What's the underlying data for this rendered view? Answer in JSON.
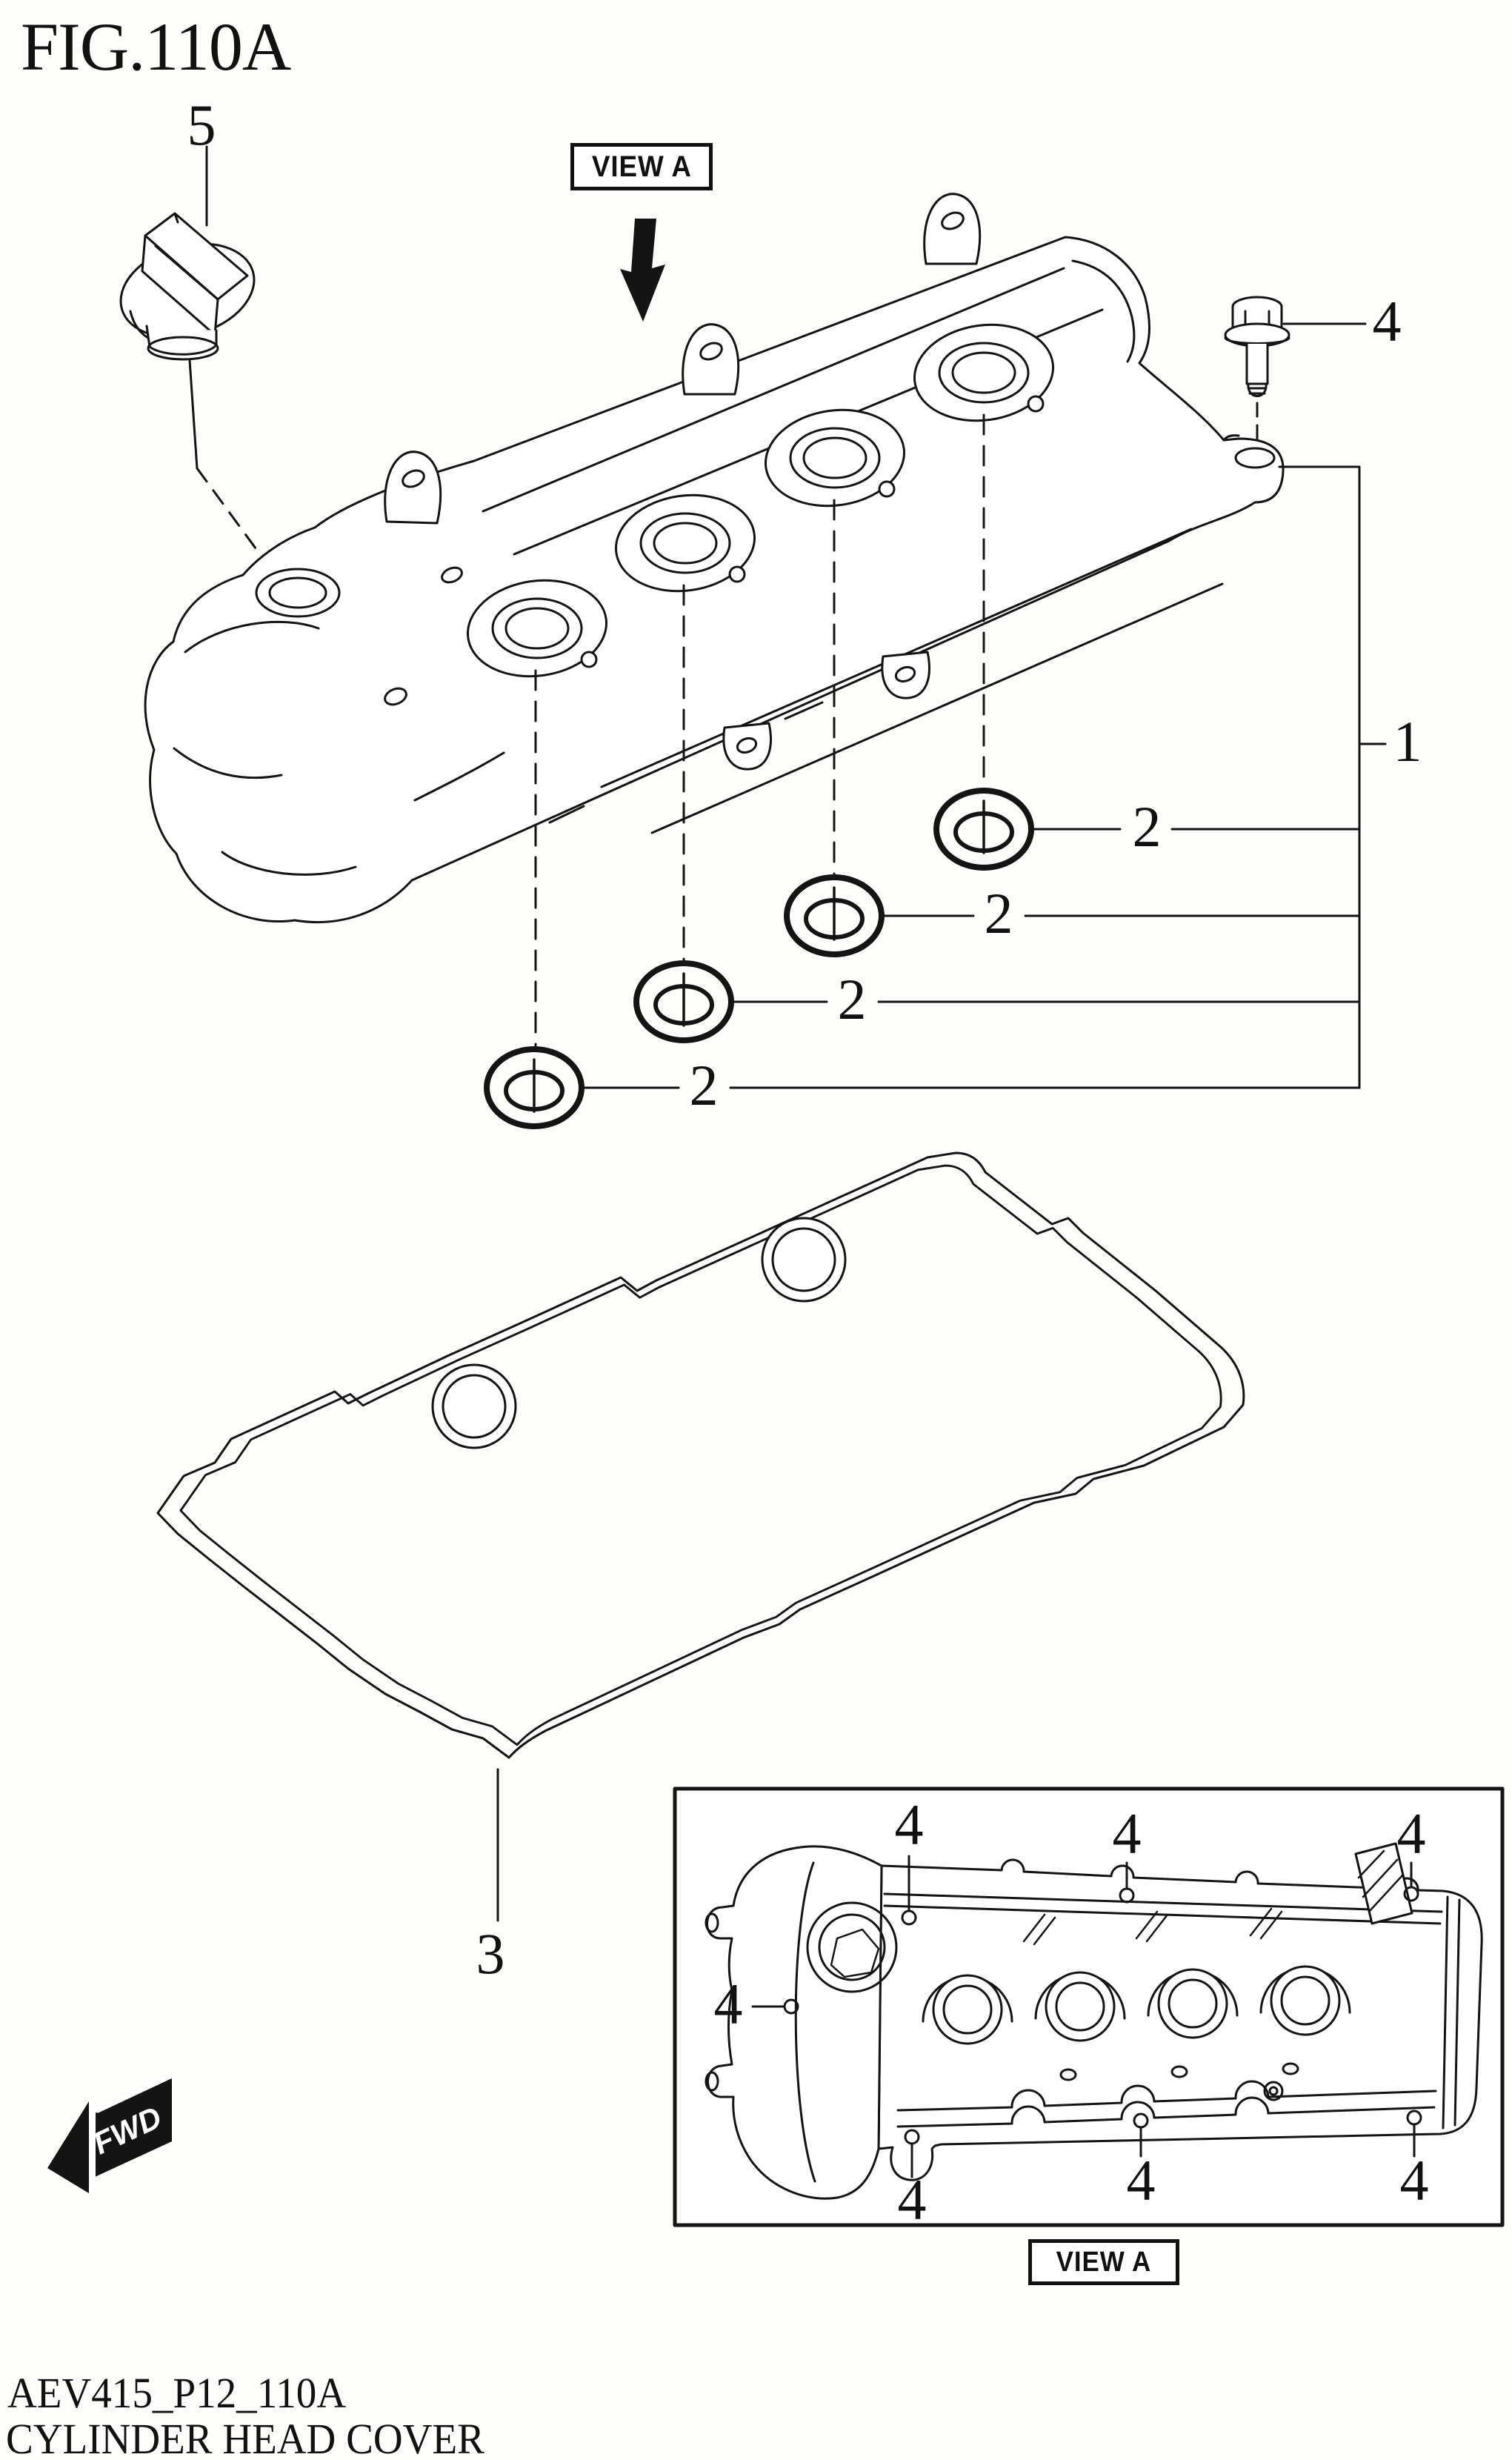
{
  "figure": {
    "title": "FIG.110A"
  },
  "view_labels": {
    "top": "VIEW A",
    "bottom": "VIEW A"
  },
  "direction": {
    "label": "FWD"
  },
  "parts": {
    "cover": {
      "label": "1"
    },
    "seal": {
      "label": "2"
    },
    "gasket": {
      "label": "3"
    },
    "bolt": {
      "label": "4"
    },
    "cap": {
      "label": "5"
    }
  },
  "footer": {
    "code": "AEV415_P12_110A",
    "title": "CYLINDER HEAD COVER"
  },
  "colors": {
    "ink": "#141414",
    "paper": "#ffffff"
  }
}
